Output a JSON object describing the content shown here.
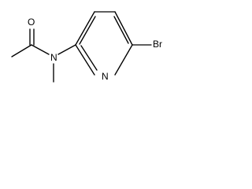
{
  "molecule": {
    "atoms": {
      "oxygen": "O",
      "amide_nitrogen": "N",
      "pyridine_nitrogen": "N",
      "bromine": "Br"
    }
  }
}
